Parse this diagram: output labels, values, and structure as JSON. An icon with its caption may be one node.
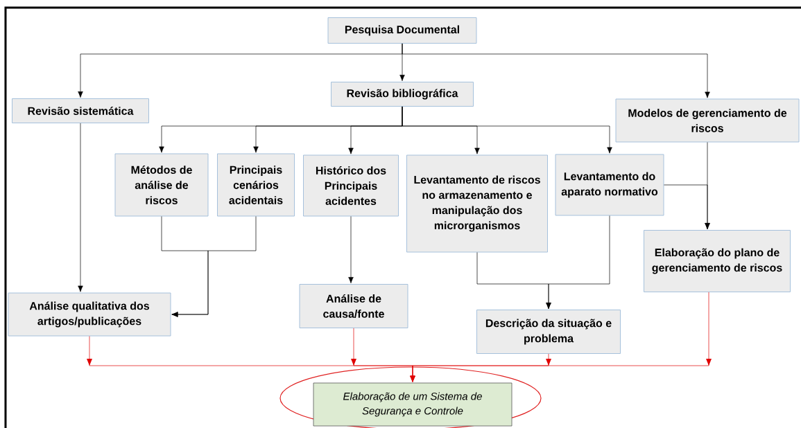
{
  "diagram": {
    "nodes": [
      {
        "text": [
          "Pesquisa Documental"
        ]
      },
      {
        "text": [
          "Revisão sistemática"
        ]
      },
      {
        "text": [
          "Revisão bibliográfica"
        ]
      },
      {
        "text": [
          "Modelos de gerenciamento de riscos"
        ]
      },
      {
        "text": [
          "Métodos de análise de riscos"
        ]
      },
      {
        "text": [
          "Principais cenários acidentais"
        ]
      },
      {
        "text": [
          "Histórico dos Principais acidentes"
        ]
      },
      {
        "text": [
          "Levantamento de riscos no armazenamento e manipulação dos microrganismos"
        ]
      },
      {
        "text": [
          "Levantamento do aparato normativo"
        ]
      },
      {
        "text": [
          "Análise qualitativa dos artigos/publicações"
        ]
      },
      {
        "text": [
          "Análise de causa/fonte"
        ]
      },
      {
        "text": [
          "Descrição da situação e problema"
        ]
      },
      {
        "text": [
          "Elaboração do plano de gerenciamento de riscos"
        ]
      },
      {
        "text": [
          "Elaboração de um Sistema de Segurança e Controle"
        ]
      }
    ],
    "edges": [
      {
        "from": 0,
        "to": 1,
        "arrow": "to"
      },
      {
        "from": 0,
        "to": 2,
        "arrow": "to"
      },
      {
        "from": 0,
        "to": 3,
        "arrow": "to"
      },
      {
        "from": 2,
        "to": 4,
        "arrow": "to"
      },
      {
        "from": 2,
        "to": 5,
        "arrow": "to"
      },
      {
        "from": 2,
        "to": 6,
        "arrow": "to"
      },
      {
        "from": 2,
        "to": 7,
        "arrow": "to"
      },
      {
        "from": 2,
        "to": 8,
        "arrow": "to"
      },
      {
        "from": 1,
        "to": 9,
        "arrow": "to"
      },
      {
        "from": 4,
        "to": 9,
        "arrow": "to"
      },
      {
        "from": 5,
        "to": 9,
        "arrow": "to"
      },
      {
        "from": 6,
        "to": 10,
        "arrow": "to"
      },
      {
        "from": 7,
        "to": 11,
        "arrow": "to"
      },
      {
        "from": 8,
        "to": 11,
        "arrow": "to"
      },
      {
        "from": 3,
        "to": 12,
        "arrow": "to"
      },
      {
        "from": 8,
        "to": 12,
        "arrow": "to"
      },
      {
        "from": 9,
        "to": 13,
        "arrow": "to",
        "color": "#e00000"
      },
      {
        "from": 10,
        "to": 13,
        "arrow": "to",
        "color": "#e00000"
      },
      {
        "from": 11,
        "to": 13,
        "arrow": "to",
        "color": "#e00000"
      },
      {
        "from": 12,
        "to": 13,
        "arrow": "to",
        "color": "#e00000"
      }
    ]
  }
}
